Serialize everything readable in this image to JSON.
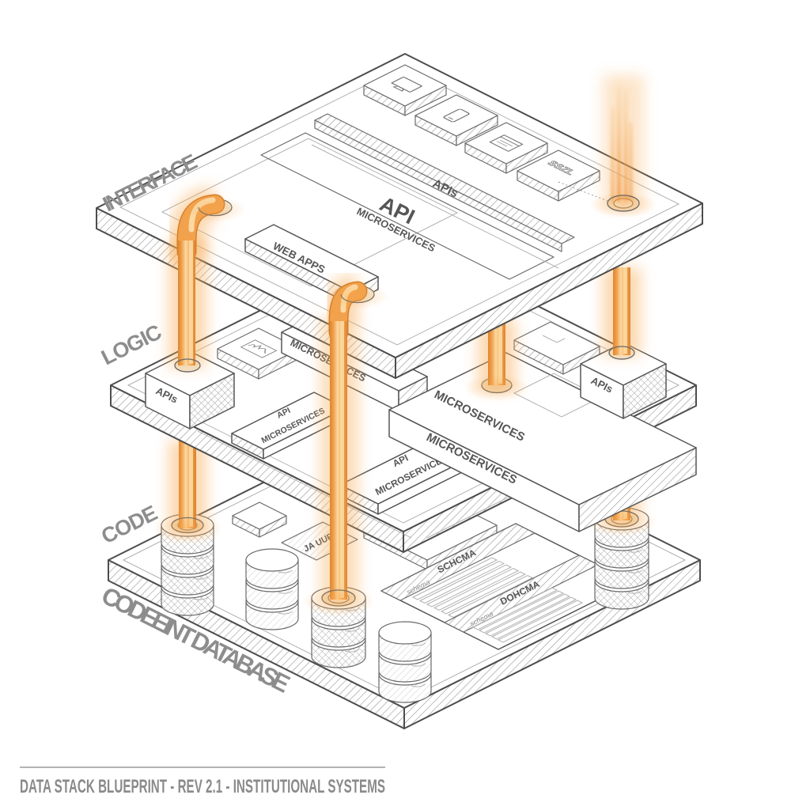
{
  "diagram": {
    "layers": {
      "interface": {
        "label": "INTERFACE",
        "apis_bar_label": "APIs",
        "band_title": "API",
        "band_subtitle": "MICROSERVICES",
        "web_apps_label": "WEB APPS",
        "badge_text": "SSZL",
        "device_icons": [
          "desktop-monitor",
          "smartphone",
          "browser-window",
          "garbled-badge"
        ]
      },
      "logic": {
        "label": "LOGIC",
        "left_node_label": "APIs",
        "right_node_label": "APIs",
        "services_bar_label": "MICROSERVICES",
        "platform_top_label": "MICROSERVICES",
        "platform_front_label": "MICROSERVICES",
        "tag1_line1": "API",
        "tag1_line2": "MICROSERVICES",
        "tag2_line1": "API",
        "tag2_line2": "MICROSERVICES"
      },
      "code": {
        "label": "CODE",
        "database_label": "CODEEINT DATABASE",
        "chip_text": "JA UUP",
        "schema_left": {
          "header": "SCHCMA",
          "caption": "schema",
          "row_count": 6
        },
        "schema_right": {
          "header": "DOHCMA",
          "caption": "schema",
          "row_count": 5
        },
        "database_stacks": 5
      }
    },
    "footer": {
      "caption": "DATA STACK BLUEPRINT - REV 2.1 - INSTITUTIONAL SYSTEMS"
    },
    "colors": {
      "line": "#4d4d4d",
      "layer_label_gray": "#8d8d8d",
      "pipe_orange": "#F2A14C",
      "pipe_highlight": "#FCD9A4",
      "pipe_deep": "#DE8530",
      "glow": "#F7A84E",
      "background": "#FFFFFF"
    }
  }
}
